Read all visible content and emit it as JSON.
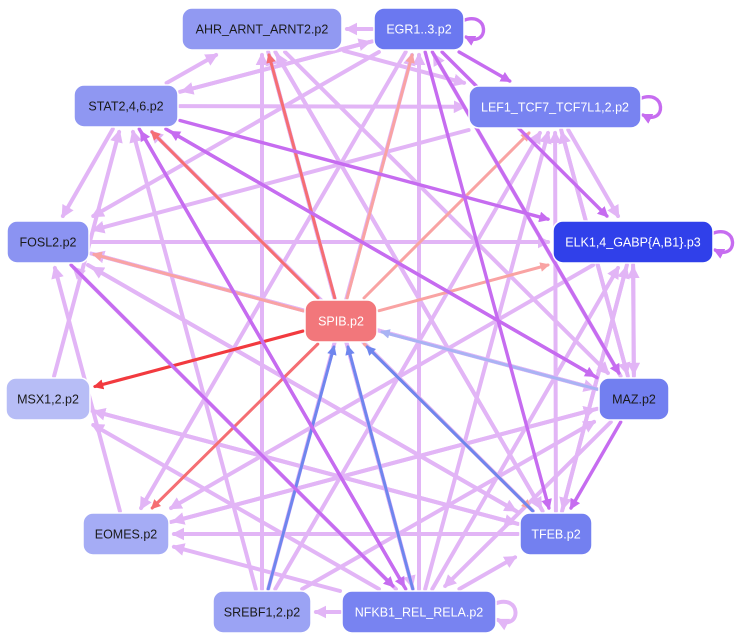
{
  "palette": {
    "up_strong": "#f23a3f",
    "up": "#f56e73",
    "up_light": "#f9a3a3",
    "down_strong": "#6f86ee",
    "down_light": "#a9b3f4",
    "motif": "#c66cf0",
    "motif_light": "#e2b5f6"
  },
  "nodes": [
    {
      "id": "ahr",
      "label": "AHR_ARNT_ARNT2.p2",
      "fill": "#9199f2",
      "text_color": "#1a1a1a"
    },
    {
      "id": "egr",
      "label": "EGR1..3.p2",
      "fill": "#6b78f0",
      "text_color": "#ffffff"
    },
    {
      "id": "stat",
      "label": "STAT2,4,6.p2",
      "fill": "#8f97f2",
      "text_color": "#1a1a1a"
    },
    {
      "id": "lef",
      "label": "LEF1_TCF7_TCF7L1,2.p2",
      "fill": "#7883f1",
      "text_color": "#ffffff"
    },
    {
      "id": "fosl",
      "label": "FOSL2.p2",
      "fill": "#8b93f2",
      "text_color": "#1a1a1a"
    },
    {
      "id": "elk",
      "label": "ELK1,4_GABP{A,B1}.p3",
      "fill": "#3040ea",
      "text_color": "#ffffff"
    },
    {
      "id": "spib",
      "label": "SPIB.p2",
      "fill": "#f2777b",
      "text_color": "#ffffff"
    },
    {
      "id": "msx",
      "label": "MSX1,2.p2",
      "fill": "#b7bdf6",
      "text_color": "#1a1a1a"
    },
    {
      "id": "maz",
      "label": "MAZ.p2",
      "fill": "#727ff0",
      "text_color": "#1a1a1a"
    },
    {
      "id": "eomes",
      "label": "EOMES.p2",
      "fill": "#a5acf5",
      "text_color": "#1a1a1a"
    },
    {
      "id": "tfeb",
      "label": "TFEB.p2",
      "fill": "#7380f0",
      "text_color": "#ffffff"
    },
    {
      "id": "srebf",
      "label": "SREBF1,2.p2",
      "fill": "#9ba3f4",
      "text_color": "#1a1a1a"
    },
    {
      "id": "nfkb",
      "label": "NFKB1_REL_RELA.p2",
      "fill": "#7883f1",
      "text_color": "#ffffff"
    }
  ],
  "edges": [
    {
      "from": "spib",
      "to": "ahr",
      "color": "up"
    },
    {
      "from": "spib",
      "to": "egr",
      "color": "up_light"
    },
    {
      "from": "spib",
      "to": "stat",
      "color": "up"
    },
    {
      "from": "spib",
      "to": "lef",
      "color": "up_light"
    },
    {
      "from": "spib",
      "to": "fosl",
      "color": "up_light"
    },
    {
      "from": "spib",
      "to": "elk",
      "color": "up_light"
    },
    {
      "from": "spib",
      "to": "msx",
      "color": "up_strong"
    },
    {
      "from": "spib",
      "to": "eomes",
      "color": "up"
    },
    {
      "from": "spib",
      "to": "tfeb",
      "color": "up_light"
    },
    {
      "from": "maz",
      "to": "spib",
      "color": "down_light"
    },
    {
      "from": "srebf",
      "to": "spib",
      "color": "down_strong"
    },
    {
      "from": "nfkb",
      "to": "spib",
      "color": "down_strong"
    },
    {
      "from": "tfeb",
      "to": "spib",
      "color": "down_strong"
    },
    {
      "from": "egr",
      "to": "egr",
      "color": "motif",
      "self": true
    },
    {
      "from": "lef",
      "to": "lef",
      "color": "motif",
      "self": true
    },
    {
      "from": "elk",
      "to": "elk",
      "color": "motif",
      "self": true
    },
    {
      "from": "nfkb",
      "to": "nfkb",
      "color": "motif_light",
      "self": true
    },
    {
      "from": "egr",
      "to": "ahr",
      "color": "motif_light"
    },
    {
      "from": "ahr",
      "to": "lef",
      "color": "motif_light"
    },
    {
      "from": "ahr",
      "to": "maz",
      "color": "motif_light"
    },
    {
      "from": "ahr",
      "to": "tfeb",
      "color": "motif_light"
    },
    {
      "from": "ahr",
      "to": "nfkb",
      "color": "motif_light"
    },
    {
      "from": "egr",
      "to": "lef",
      "color": "motif"
    },
    {
      "from": "egr",
      "to": "stat",
      "color": "motif_light"
    },
    {
      "from": "egr",
      "to": "fosl",
      "color": "motif_light"
    },
    {
      "from": "egr",
      "to": "elk",
      "color": "motif"
    },
    {
      "from": "egr",
      "to": "maz",
      "color": "motif"
    },
    {
      "from": "egr",
      "to": "tfeb",
      "color": "motif"
    },
    {
      "from": "egr",
      "to": "eomes",
      "color": "motif_light"
    },
    {
      "from": "stat",
      "to": "ahr",
      "color": "motif_light"
    },
    {
      "from": "stat",
      "to": "egr",
      "color": "motif_light"
    },
    {
      "from": "stat",
      "to": "lef",
      "color": "motif_light"
    },
    {
      "from": "stat",
      "to": "fosl",
      "color": "motif_light"
    },
    {
      "from": "stat",
      "to": "maz",
      "color": "motif"
    },
    {
      "from": "stat",
      "to": "nfkb",
      "color": "motif"
    },
    {
      "from": "stat",
      "to": "elk",
      "color": "motif"
    },
    {
      "from": "lef",
      "to": "elk",
      "color": "motif_light"
    },
    {
      "from": "lef",
      "to": "fosl",
      "color": "motif_light"
    },
    {
      "from": "lef",
      "to": "maz",
      "color": "motif_light"
    },
    {
      "from": "fosl",
      "to": "elk",
      "color": "motif_light"
    },
    {
      "from": "fosl",
      "to": "nfkb",
      "color": "motif"
    },
    {
      "from": "fosl",
      "to": "tfeb",
      "color": "motif_light"
    },
    {
      "from": "elk",
      "to": "maz",
      "color": "motif_light"
    },
    {
      "from": "elk",
      "to": "tfeb",
      "color": "motif_light"
    },
    {
      "from": "elk",
      "to": "eomes",
      "color": "motif_light"
    },
    {
      "from": "maz",
      "to": "lef",
      "color": "motif_light"
    },
    {
      "from": "maz",
      "to": "egr",
      "color": "motif_light"
    },
    {
      "from": "maz",
      "to": "elk",
      "color": "motif_light"
    },
    {
      "from": "maz",
      "to": "tfeb",
      "color": "motif"
    },
    {
      "from": "maz",
      "to": "eomes",
      "color": "motif_light"
    },
    {
      "from": "maz",
      "to": "fosl",
      "color": "motif_light"
    },
    {
      "from": "maz",
      "to": "nfkb",
      "color": "motif_light"
    },
    {
      "from": "maz",
      "to": "stat",
      "color": "motif"
    },
    {
      "from": "eomes",
      "to": "fosl",
      "color": "motif_light"
    },
    {
      "from": "msx",
      "to": "stat",
      "color": "motif_light"
    },
    {
      "from": "tfeb",
      "to": "lef",
      "color": "motif_light"
    },
    {
      "from": "tfeb",
      "to": "elk",
      "color": "motif_light"
    },
    {
      "from": "tfeb",
      "to": "eomes",
      "color": "motif_light"
    },
    {
      "from": "tfeb",
      "to": "msx",
      "color": "motif_light"
    },
    {
      "from": "tfeb",
      "to": "ahr",
      "color": "motif_light"
    },
    {
      "from": "tfeb",
      "to": "fosl",
      "color": "motif_light"
    },
    {
      "from": "tfeb",
      "to": "stat",
      "color": "motif_light"
    },
    {
      "from": "nfkb",
      "to": "ahr",
      "color": "motif_light"
    },
    {
      "from": "nfkb",
      "to": "egr",
      "color": "motif_light"
    },
    {
      "from": "nfkb",
      "to": "lef",
      "color": "motif_light"
    },
    {
      "from": "nfkb",
      "to": "elk",
      "color": "motif_light"
    },
    {
      "from": "nfkb",
      "to": "tfeb",
      "color": "motif_light"
    },
    {
      "from": "nfkb",
      "to": "eomes",
      "color": "motif_light"
    },
    {
      "from": "nfkb",
      "to": "msx",
      "color": "motif_light"
    },
    {
      "from": "nfkb",
      "to": "srebf",
      "color": "motif_light"
    },
    {
      "from": "nfkb",
      "to": "stat",
      "color": "motif"
    },
    {
      "from": "nfkb",
      "to": "fosl",
      "color": "motif_light"
    },
    {
      "from": "srebf",
      "to": "ahr",
      "color": "motif_light"
    },
    {
      "from": "srebf",
      "to": "egr",
      "color": "motif_light"
    },
    {
      "from": "srebf",
      "to": "lef",
      "color": "motif_light"
    },
    {
      "from": "srebf",
      "to": "stat",
      "color": "motif_light"
    },
    {
      "from": "srebf",
      "to": "maz",
      "color": "motif_light"
    },
    {
      "from": "eomes",
      "to": "maz",
      "color": "motif_light"
    },
    {
      "from": "fosl",
      "to": "maz",
      "color": "motif_light"
    },
    {
      "from": "msx",
      "to": "tfeb",
      "color": "motif_light"
    }
  ]
}
